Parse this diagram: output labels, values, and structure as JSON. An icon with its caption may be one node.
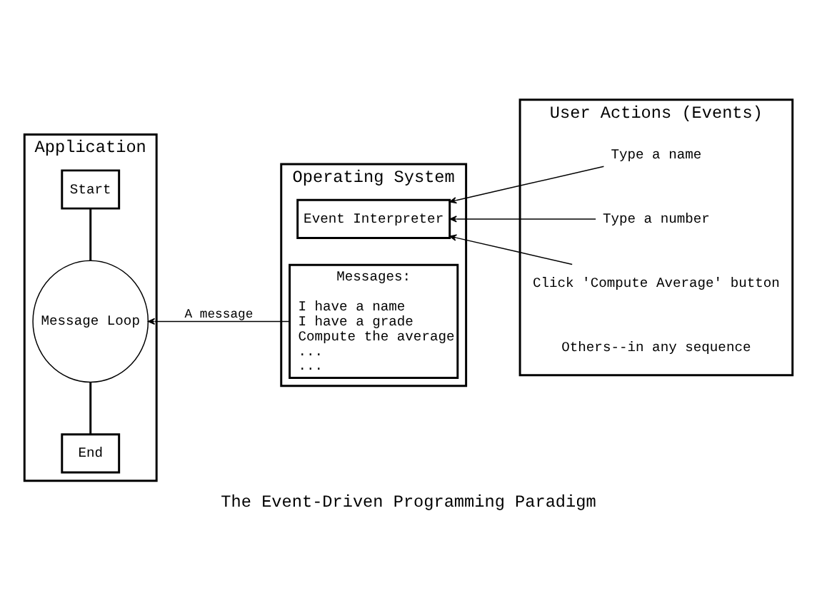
{
  "diagram": {
    "caption": "The Event-Driven Programming Paradigm",
    "nodes": [
      {
        "text": [
          "Application"
        ]
      },
      {
        "text": [
          "Start"
        ],
        "in": 0
      },
      {
        "text": [
          "Message Loop"
        ],
        "in": 0
      },
      {
        "text": [
          "End"
        ],
        "in": 0
      },
      {
        "text": [
          "Operating System"
        ]
      },
      {
        "text": [
          "Event Interpreter"
        ],
        "in": 4
      },
      {
        "text": [
          "Messages:",
          "I have a name",
          "I have a grade",
          "Compute the average",
          "...",
          "..."
        ],
        "in": 4
      },
      {
        "text": [
          "User Actions (Events)"
        ]
      },
      {
        "text": [
          "Type a name"
        ],
        "in": 7
      },
      {
        "text": [
          "Type a number"
        ],
        "in": 7
      },
      {
        "text": [
          "Click 'Compute Average' button"
        ],
        "in": 7
      },
      {
        "text": [
          "Others--in any sequence"
        ],
        "in": 7
      }
    ],
    "edges": [
      {
        "from": 1,
        "to": 2,
        "arrow": "none"
      },
      {
        "from": 2,
        "to": 3,
        "arrow": "none"
      },
      {
        "from": 8,
        "to": 5,
        "arrow": "to"
      },
      {
        "from": 9,
        "to": 5,
        "arrow": "to"
      },
      {
        "from": 10,
        "to": 5,
        "arrow": "to"
      },
      {
        "from": 6,
        "to": 2,
        "arrow": "to",
        "label": "A message"
      }
    ]
  }
}
